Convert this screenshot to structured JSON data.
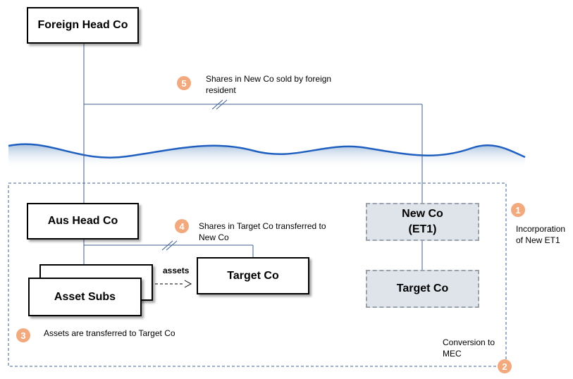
{
  "entities": {
    "foreign_head_co": "Foreign Head Co",
    "aus_head_co": "Aus Head Co",
    "asset_subs": "Asset Subs",
    "target_co_left": "Target Co",
    "new_co_line1": "New Co",
    "new_co_line2": "(ET1)",
    "target_co_right": "Target Co"
  },
  "arrow_label": "assets",
  "steps": [
    {
      "number": "1",
      "text": "Incorporation of New ET1"
    },
    {
      "number": "2",
      "text": "Conversion to MEC"
    },
    {
      "number": "3",
      "text": "Assets are transferred to Target Co"
    },
    {
      "number": "4",
      "text": "Shares in Target Co transferred to New Co"
    },
    {
      "number": "5",
      "text": "Shares in New Co sold by foreign resident"
    }
  ],
  "colors": {
    "connector": "#3f5f8f",
    "wave": "#1f5fbf",
    "badge": "#f2a97e",
    "dashed_box_fill": "#dfe4ea"
  }
}
